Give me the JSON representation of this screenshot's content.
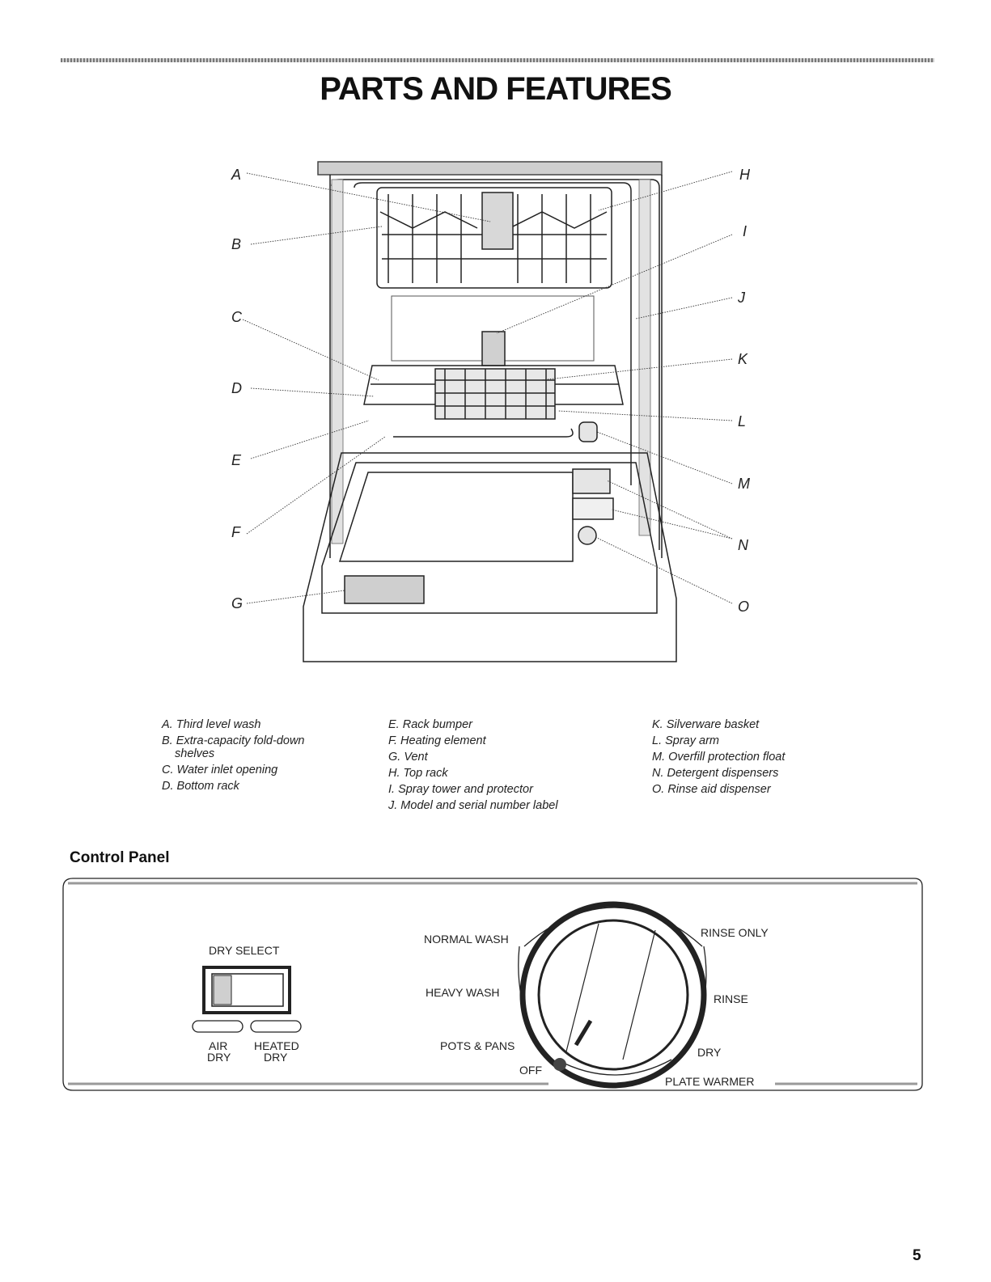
{
  "page": {
    "title": "PARTS AND FEATURES",
    "page_number": "5"
  },
  "diagram": {
    "callouts_left": [
      "A",
      "B",
      "C",
      "D",
      "E",
      "F",
      "G"
    ],
    "callouts_right": [
      "H",
      "I",
      "J",
      "K",
      "L",
      "M",
      "N",
      "O"
    ]
  },
  "parts_list": {
    "col1": [
      "A. Third level wash",
      "B. Extra-capacity fold-down",
      "shelves",
      "C. Water inlet opening",
      "D. Bottom rack"
    ],
    "col2": [
      "E. Rack bumper",
      "F. Heating element",
      "G. Vent",
      "H. Top rack",
      "I. Spray tower and protector",
      "J. Model and serial number label"
    ],
    "col3": [
      "K. Silverware basket",
      "L. Spray arm",
      "M. Overfill protection float",
      "N. Detergent dispensers",
      "O. Rinse aid dispenser"
    ]
  },
  "control_panel": {
    "heading": "Control Panel",
    "dry_select_label": "DRY SELECT",
    "air_dry_line1": "AIR",
    "air_dry_line2": "DRY",
    "heated_dry_line1": "HEATED",
    "heated_dry_line2": "DRY",
    "dial_labels": {
      "normal_wash": "NORMAL WASH",
      "heavy_wash": "HEAVY WASH",
      "pots_pans": "POTS & PANS",
      "off": "OFF",
      "rinse_only": "RINSE ONLY",
      "rinse": "RINSE",
      "dry": "DRY",
      "plate_warmer": "PLATE WARMER"
    }
  }
}
